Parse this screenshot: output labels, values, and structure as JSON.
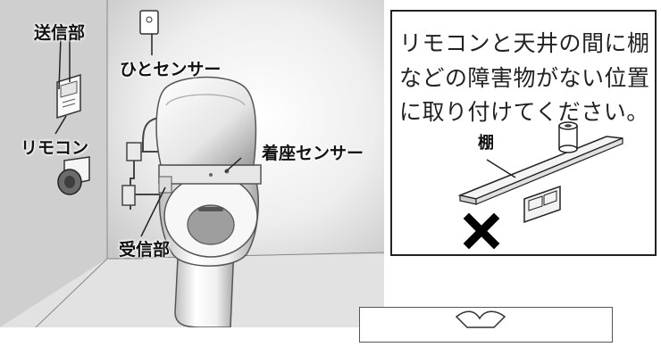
{
  "labels": {
    "transmitter": "送信部",
    "remote": "リモコン",
    "person_sensor": "ひとセンサー",
    "seat_sensor": "着座センサー",
    "receiver": "受信部"
  },
  "note": {
    "lines": [
      "リモコンと天井の間に棚",
      "などの障害物がない位置",
      "に取り付けてください。"
    ],
    "shelf_label": "棚"
  },
  "colors": {
    "wall_shade": "#d9d9d9",
    "line": "#222222",
    "ng_mark": "#000000"
  },
  "icons": {
    "ng_mark": "cross-mark-icon"
  }
}
